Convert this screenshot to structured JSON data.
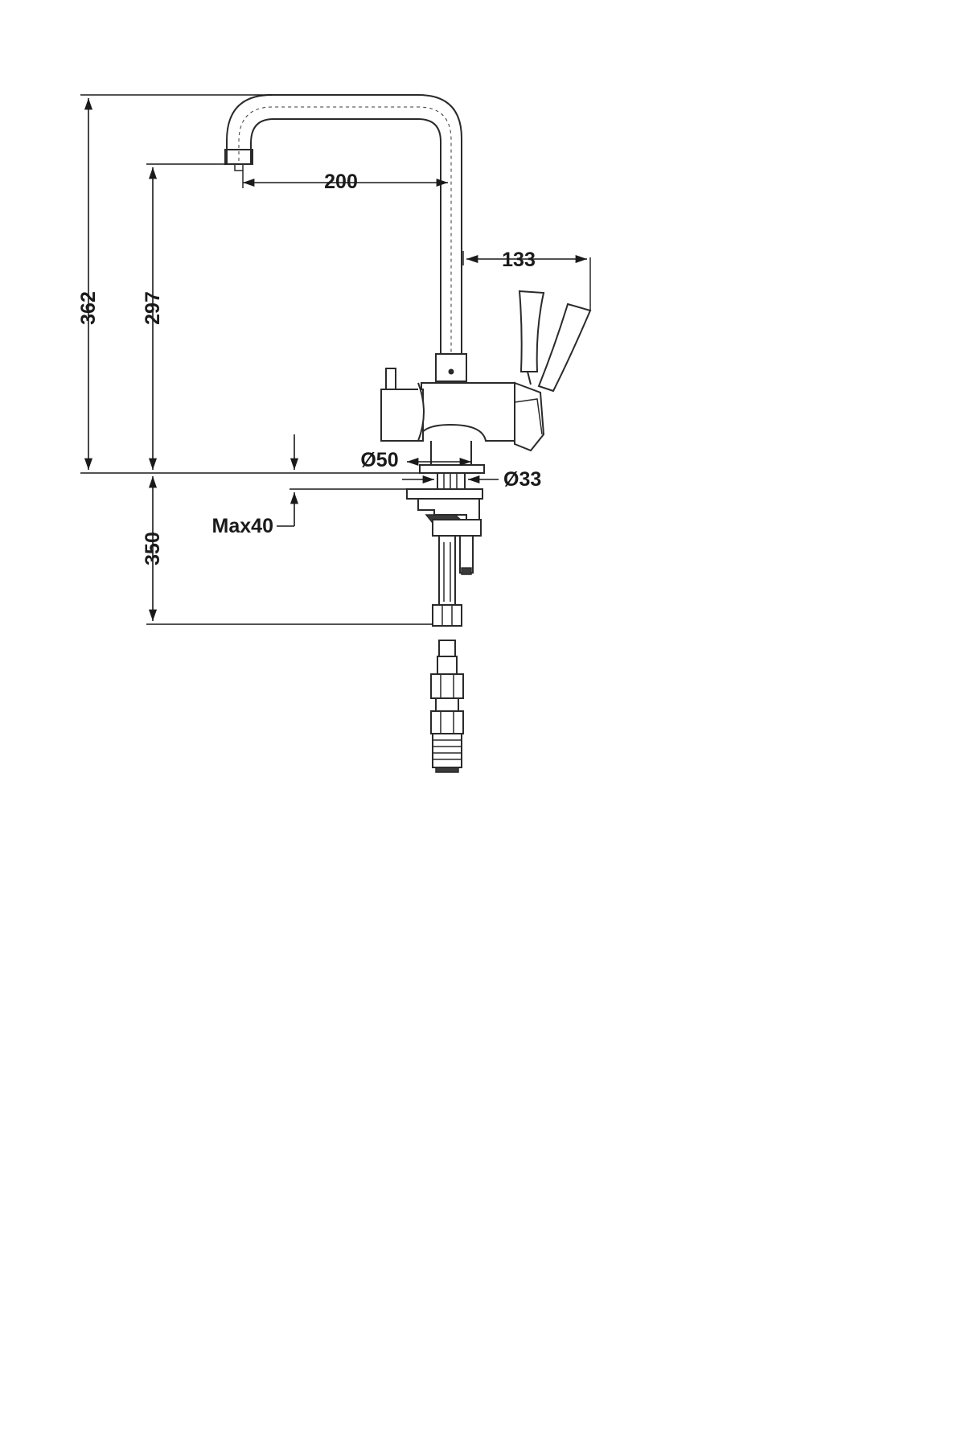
{
  "dimensions": {
    "total_height": "362",
    "spout_height": "297",
    "spout_reach": "200",
    "handle_reach": "133",
    "base_diameter": "Ø50",
    "hole_diameter": "Ø33",
    "max_deck_thickness": "Max40",
    "hose_length": "350"
  }
}
